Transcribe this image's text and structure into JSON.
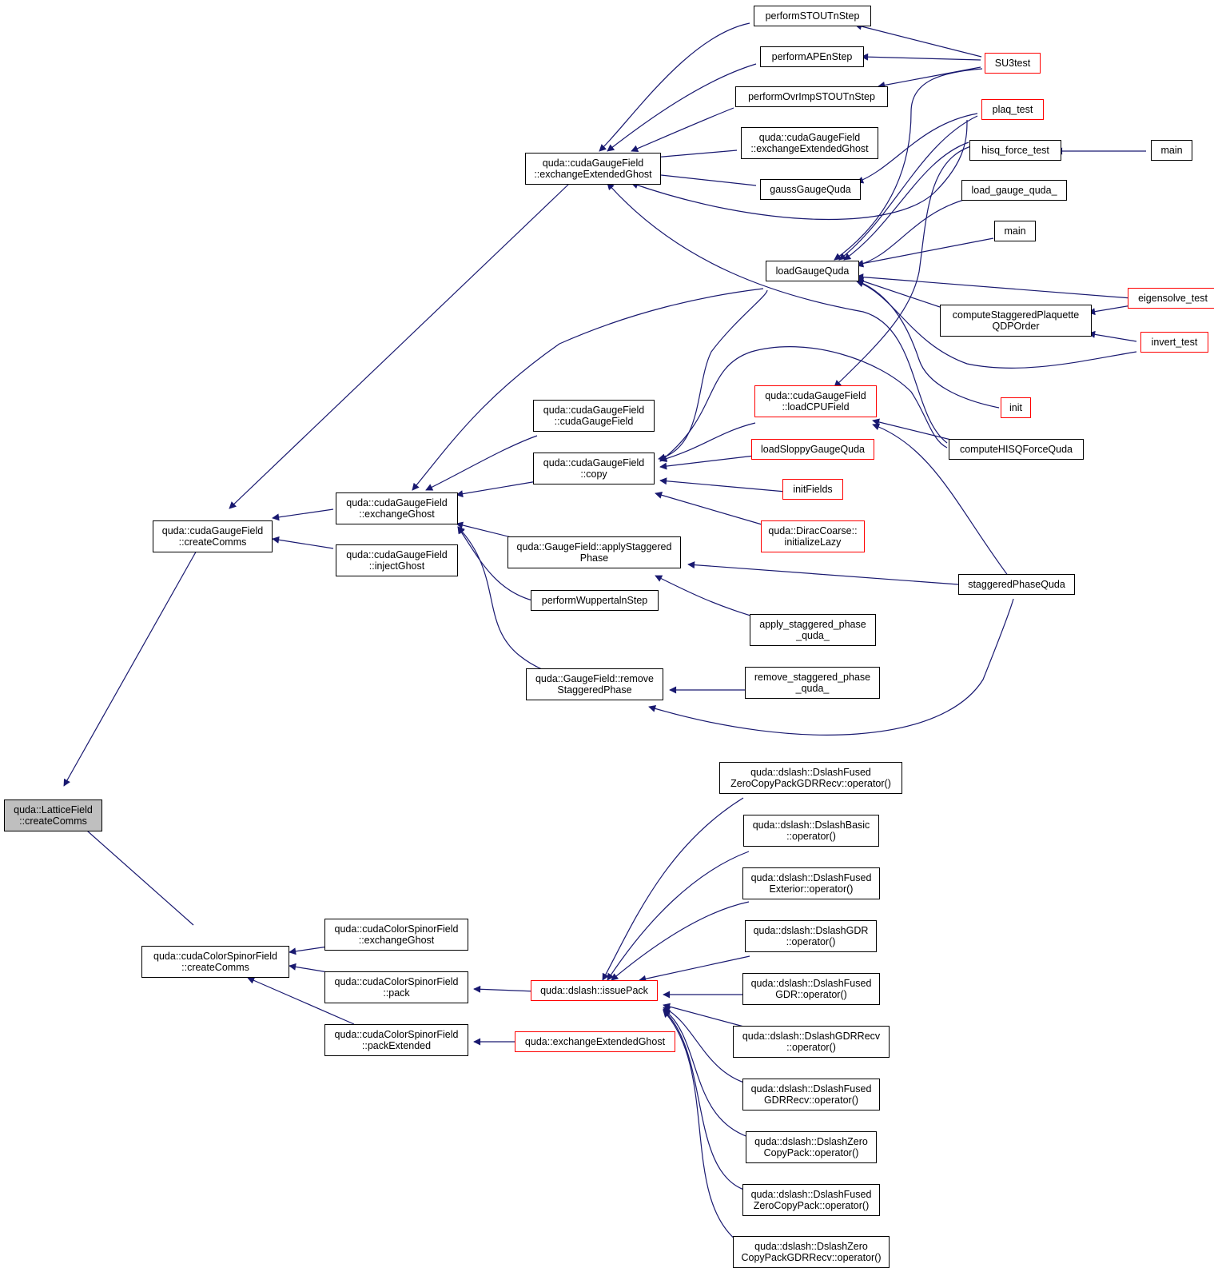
{
  "colors": {
    "edge": "#191970",
    "normal_border": "#000000",
    "truncated_border": "#ff0000",
    "root_fill": "#bfbfbf"
  },
  "nodes": [
    {
      "id": "root",
      "label": "quda::LatticeField\n::createComms",
      "type": "root"
    },
    {
      "id": "cgf_createComms",
      "label": "quda::cudaGaugeField\n::createComms",
      "type": "normal"
    },
    {
      "id": "ccsf_createComms",
      "label": "quda::cudaColorSpinorField\n::createComms",
      "type": "normal"
    },
    {
      "id": "cgf_exchExtGhost",
      "label": "quda::cudaGaugeField\n::exchangeExtendedGhost",
      "type": "normal"
    },
    {
      "id": "cgf_exchGhost",
      "label": "quda::cudaGaugeField\n::exchangeGhost",
      "type": "normal"
    },
    {
      "id": "cgf_injectGhost",
      "label": "quda::cudaGaugeField\n::injectGhost",
      "type": "normal"
    },
    {
      "id": "performSTOUTnStep",
      "label": "performSTOUTnStep",
      "type": "normal"
    },
    {
      "id": "performAPEnStep",
      "label": "performAPEnStep",
      "type": "normal"
    },
    {
      "id": "performOvrImpSTOUTnStep",
      "label": "performOvrImpSTOUTnStep",
      "type": "normal"
    },
    {
      "id": "cgf_exchExtGhost2",
      "label": "quda::cudaGaugeField\n::exchangeExtendedGhost",
      "type": "normal"
    },
    {
      "id": "gaussGaugeQuda",
      "label": "gaussGaugeQuda",
      "type": "normal"
    },
    {
      "id": "SU3test",
      "label": "SU3test",
      "type": "truncated"
    },
    {
      "id": "plaq_test",
      "label": "plaq_test",
      "type": "truncated"
    },
    {
      "id": "hisq_force_test",
      "label": "hisq_force_test",
      "type": "normal"
    },
    {
      "id": "main1",
      "label": "main",
      "type": "normal"
    },
    {
      "id": "load_gauge_quda_",
      "label": "load_gauge_quda_",
      "type": "normal"
    },
    {
      "id": "main2",
      "label": "main",
      "type": "normal"
    },
    {
      "id": "loadGaugeQuda",
      "label": "loadGaugeQuda",
      "type": "normal"
    },
    {
      "id": "eigensolve_test",
      "label": "eigensolve_test",
      "type": "truncated"
    },
    {
      "id": "computeStaggeredPlaquette",
      "label": "computeStaggeredPlaquette\nQDPOrder",
      "type": "normal"
    },
    {
      "id": "invert_test",
      "label": "invert_test",
      "type": "truncated"
    },
    {
      "id": "init",
      "label": "init",
      "type": "truncated"
    },
    {
      "id": "cgf_cudaGaugeField",
      "label": "quda::cudaGaugeField\n::cudaGaugeField",
      "type": "normal"
    },
    {
      "id": "cgf_loadCPUField",
      "label": "quda::cudaGaugeField\n::loadCPUField",
      "type": "truncated"
    },
    {
      "id": "computeHISQForceQuda",
      "label": "computeHISQForceQuda",
      "type": "normal"
    },
    {
      "id": "cgf_copy",
      "label": "quda::cudaGaugeField\n::copy",
      "type": "normal"
    },
    {
      "id": "loadSloppyGaugeQuda",
      "label": "loadSloppyGaugeQuda",
      "type": "truncated"
    },
    {
      "id": "initFields",
      "label": "initFields",
      "type": "truncated"
    },
    {
      "id": "diracCoarse_initializeLazy",
      "label": "quda::DiracCoarse::\ninitializeLazy",
      "type": "truncated"
    },
    {
      "id": "gf_applyStaggeredPhase",
      "label": "quda::GaugeField::applyStaggered\nPhase",
      "type": "normal"
    },
    {
      "id": "staggeredPhaseQuda",
      "label": "staggeredPhaseQuda",
      "type": "normal"
    },
    {
      "id": "performWuppertalnStep",
      "label": "performWuppertalnStep",
      "type": "normal"
    },
    {
      "id": "apply_staggered_phase_quda_",
      "label": "apply_staggered_phase\n_quda_",
      "type": "normal"
    },
    {
      "id": "gf_removeStaggeredPhase",
      "label": "quda::GaugeField::remove\nStaggeredPhase",
      "type": "normal"
    },
    {
      "id": "remove_staggered_phase_quda_",
      "label": "remove_staggered_phase\n_quda_",
      "type": "normal"
    },
    {
      "id": "ccsf_exchangeGhost",
      "label": "quda::cudaColorSpinorField\n::exchangeGhost",
      "type": "normal"
    },
    {
      "id": "ccsf_pack",
      "label": "quda::cudaColorSpinorField\n::pack",
      "type": "normal"
    },
    {
      "id": "ccsf_packExtended",
      "label": "quda::cudaColorSpinorField\n::packExtended",
      "type": "normal"
    },
    {
      "id": "issuePack",
      "label": "quda::dslash::issuePack",
      "type": "truncated"
    },
    {
      "id": "exchangeExtendedGhost",
      "label": "quda::exchangeExtendedGhost",
      "type": "truncated"
    },
    {
      "id": "ds_DslashFusedZeroCopyPackGDRRecv",
      "label": "quda::dslash::DslashFused\nZeroCopyPackGDRRecv::operator()",
      "type": "normal"
    },
    {
      "id": "ds_DslashBasic",
      "label": "quda::dslash::DslashBasic\n::operator()",
      "type": "normal"
    },
    {
      "id": "ds_DslashFusedExterior",
      "label": "quda::dslash::DslashFused\nExterior::operator()",
      "type": "normal"
    },
    {
      "id": "ds_DslashGDR",
      "label": "quda::dslash::DslashGDR\n::operator()",
      "type": "normal"
    },
    {
      "id": "ds_DslashFusedGDR",
      "label": "quda::dslash::DslashFused\nGDR::operator()",
      "type": "normal"
    },
    {
      "id": "ds_DslashGDRRecv",
      "label": "quda::dslash::DslashGDRRecv\n::operator()",
      "type": "normal"
    },
    {
      "id": "ds_DslashFusedGDRRecv",
      "label": "quda::dslash::DslashFused\nGDRRecv::operator()",
      "type": "normal"
    },
    {
      "id": "ds_DslashZeroCopyPack",
      "label": "quda::dslash::DslashZero\nCopyPack::operator()",
      "type": "normal"
    },
    {
      "id": "ds_DslashFusedZeroCopyPack",
      "label": "quda::dslash::DslashFused\nZeroCopyPack::operator()",
      "type": "normal"
    },
    {
      "id": "ds_DslashZeroCopyPackGDRRecv",
      "label": "quda::dslash::DslashZero\nCopyPackGDRRecv::operator()",
      "type": "normal"
    }
  ]
}
